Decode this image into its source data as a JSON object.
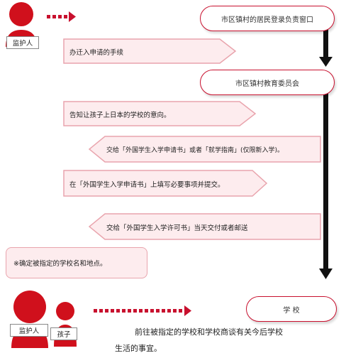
{
  "actors": {
    "guardian": "监护人",
    "child": "孩子"
  },
  "offices": {
    "residence": "市区镇村的居民登录负责窗口",
    "education": "市区镇村教育委员会",
    "school": "学 校"
  },
  "steps": [
    "办迁入申请的手续",
    "告知让孩子上日本的学校的意向。",
    "交给「外国学生入学申请书」或者「就学指南」(仅限新入学)。",
    "在「外国学生入学申请书」上填写必要事项并提交。",
    "交给「外国学生入学许可书」当天交付或者邮送"
  ],
  "note": "※确定被指定的学校名和地点。",
  "footer": {
    "line1": "前往被指定的学校和学校商谈有关今后学校",
    "line2": "生活的事宜。"
  },
  "colors": {
    "accent": "#c8102e",
    "pink_fill": "#fdecee",
    "pink_border": "#e9a4ad",
    "timeline": "#111111"
  }
}
